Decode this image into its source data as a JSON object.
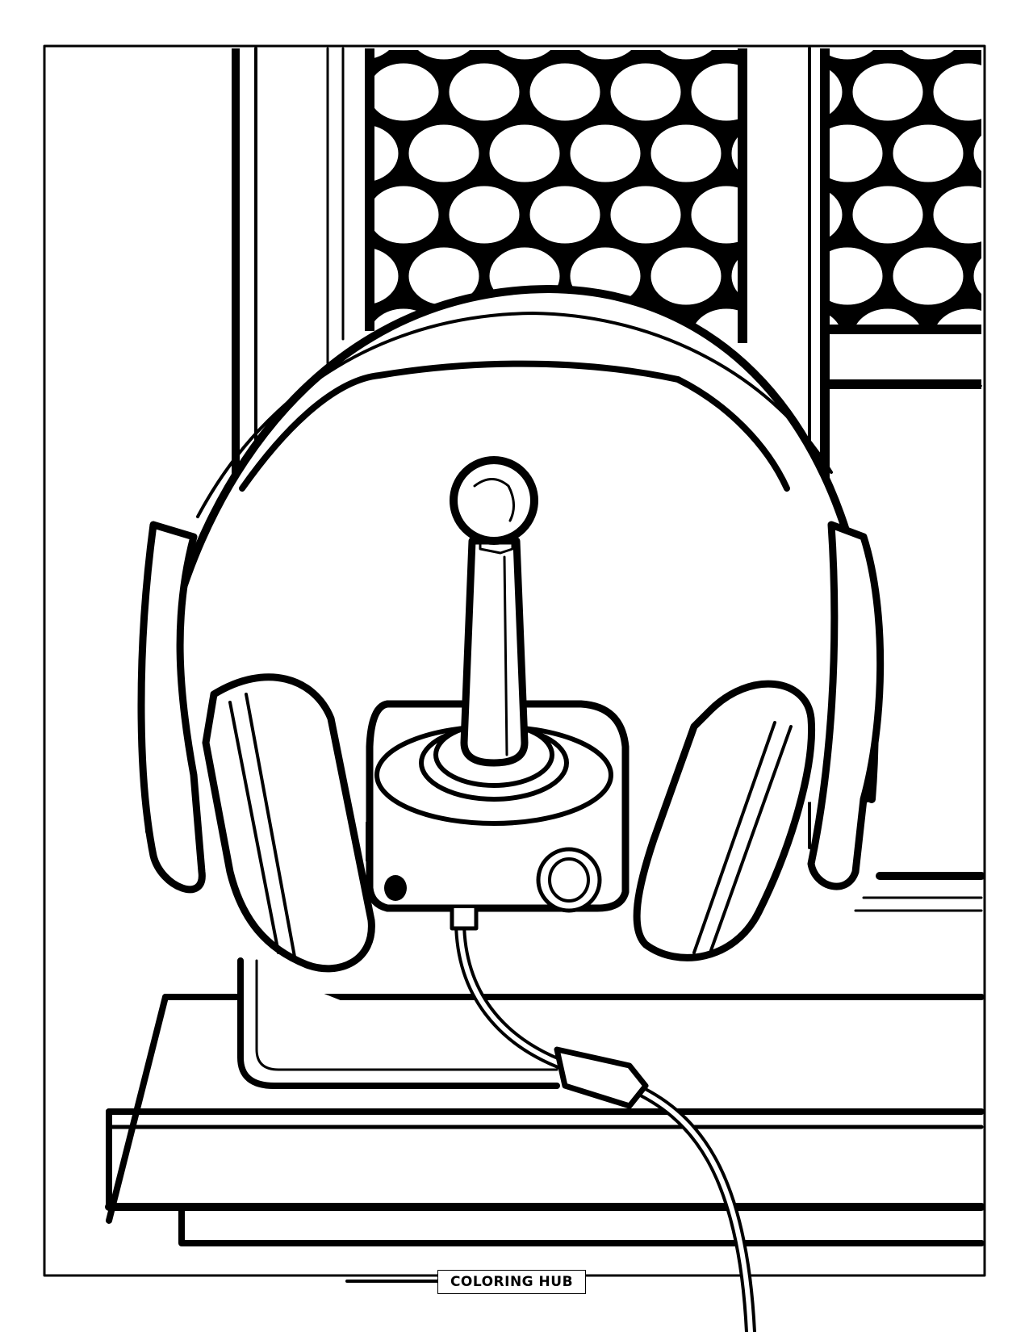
{
  "page": {
    "type": "coloring-page",
    "subject": "Headphones resting around a retro arcade joystick on a shelf in front of a window",
    "colors": {
      "line": "#000000",
      "background": "#ffffff"
    }
  },
  "illustration": {
    "elements": [
      "frame-border",
      "window-panels",
      "circle-lattice-pattern-left",
      "circle-lattice-pattern-right",
      "headphones-headband",
      "left-ear-cup",
      "right-ear-cup",
      "joystick-ball-top",
      "joystick-shaft",
      "joystick-base",
      "joystick-button",
      "joystick-dial",
      "cable",
      "shelf"
    ]
  },
  "footer": {
    "brand_label": "COLORING HUB"
  }
}
